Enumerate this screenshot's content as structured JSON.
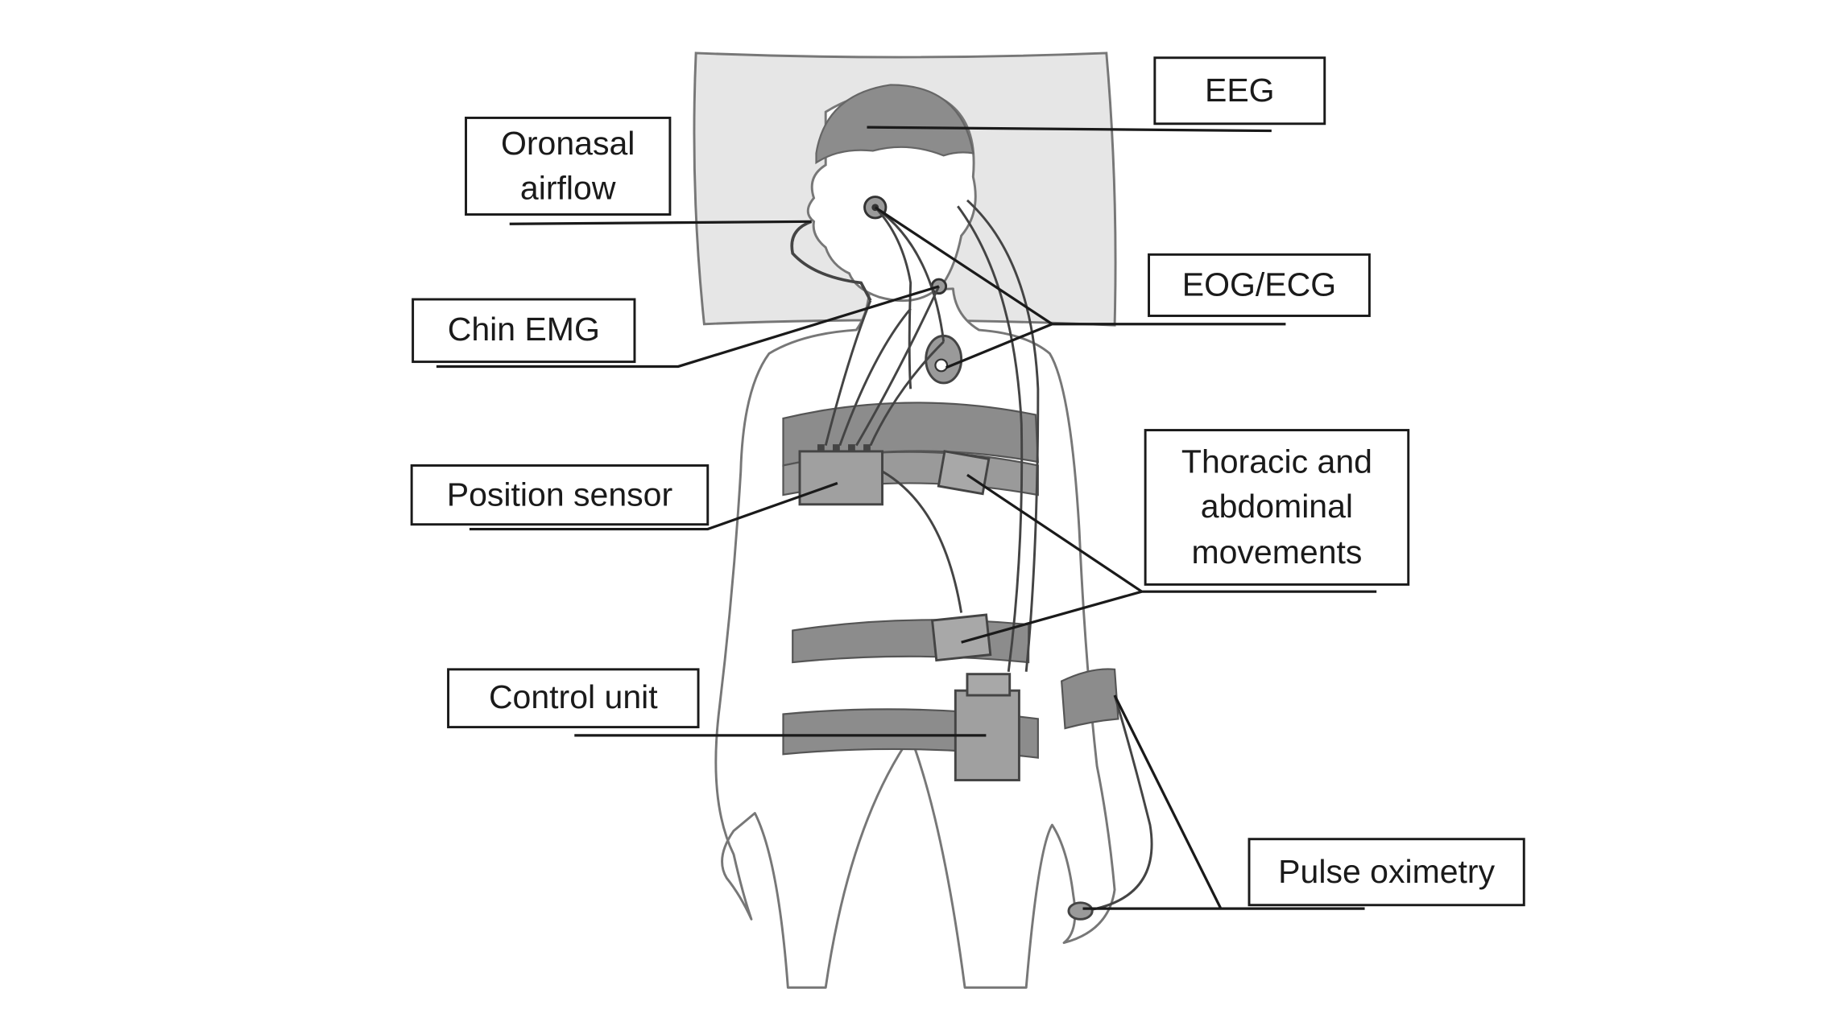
{
  "diagram": {
    "labels": {
      "eeg": "EEG",
      "oronasal_airflow_line1": "Oronasal",
      "oronasal_airflow_line2": "airflow",
      "eog_ecg": "EOG/ECG",
      "chin_emg": "Chin EMG",
      "position_sensor": "Position sensor",
      "thoracic_abdominal_line1": "Thoracic and",
      "thoracic_abdominal_line2": "abdominal",
      "thoracic_abdominal_line3": "movements",
      "control_unit": "Control unit",
      "pulse_oximetry": "Pulse oximetry"
    },
    "colors": {
      "outline": "#1a1a1a",
      "pillow": "#e6e6e6",
      "band": "#8c8c8c",
      "device": "#a0a0a0",
      "body_fill": "#ffffff"
    }
  }
}
